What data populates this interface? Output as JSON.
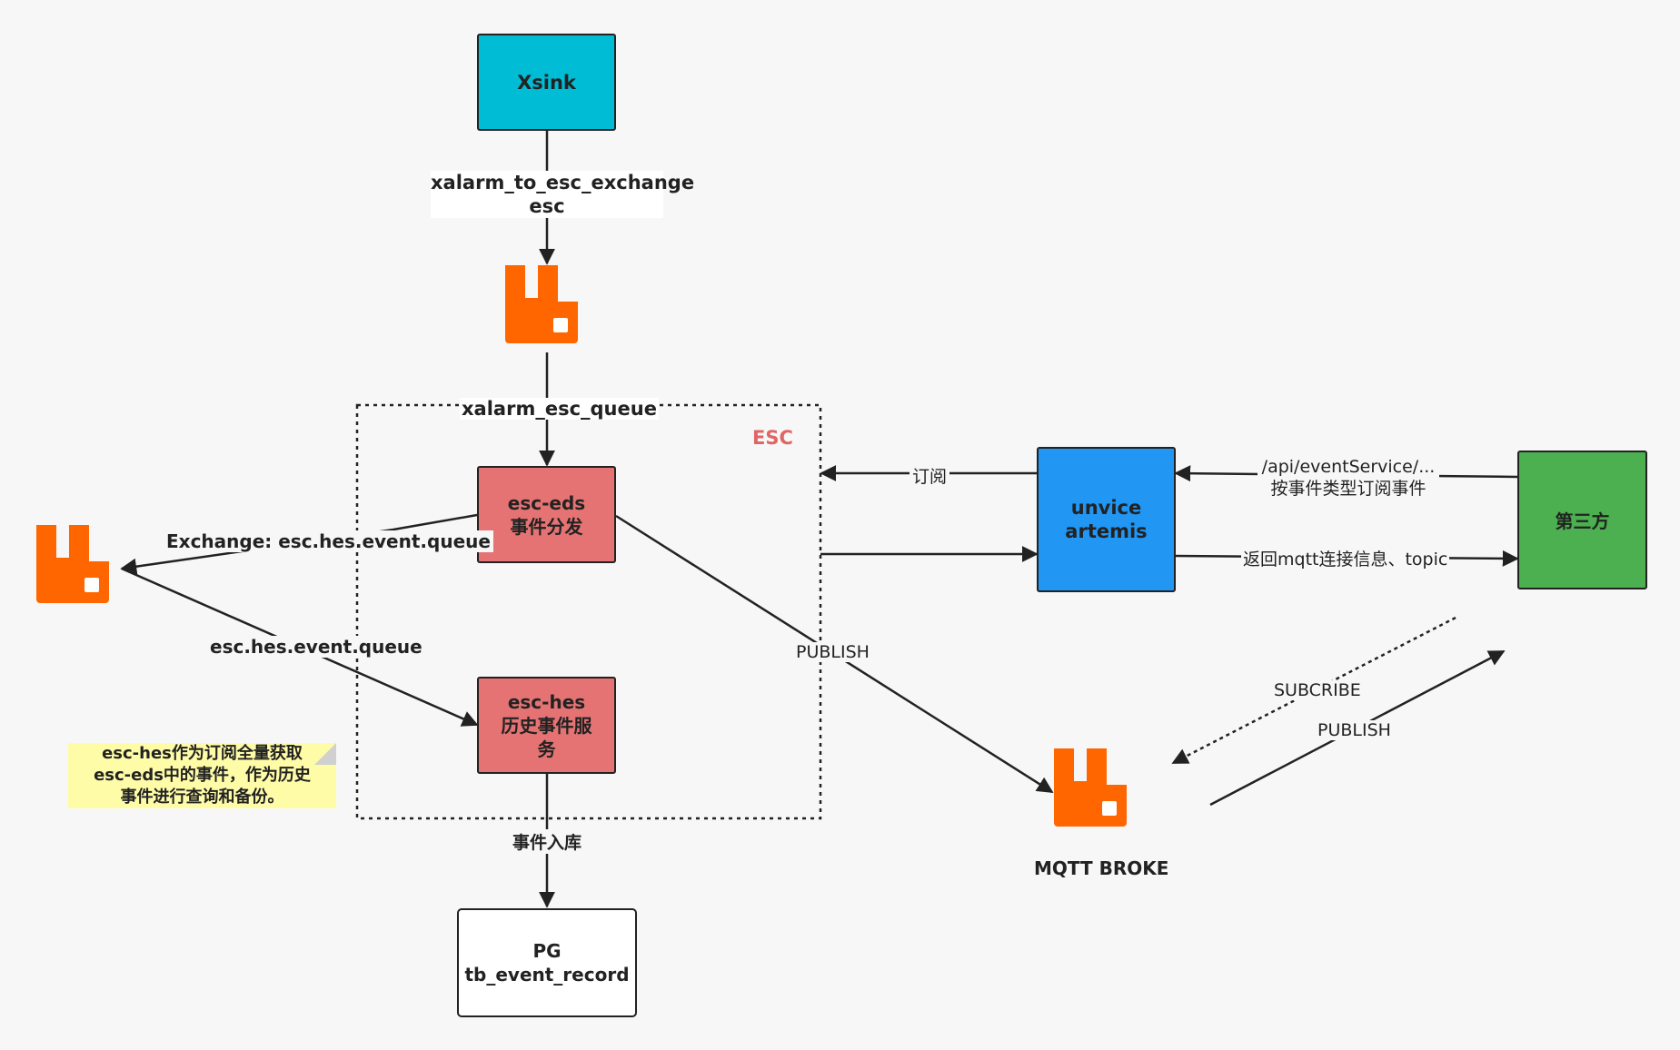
{
  "nodes": {
    "xsink": "Xsink",
    "esc_eds": "esc-eds\n事件分发",
    "esc_hes": "esc-hes\n历史事件服\n务",
    "pg": "PG\ntb_event_record",
    "unvice": "unvice\nartemis",
    "third_party": "第三方"
  },
  "group_label": "ESC",
  "captions": {
    "mqtt_broker": "MQTT BROKE"
  },
  "edge_labels": {
    "xsink_to_queue": "xalarm_to_esc_exchange\nesc",
    "queue_to_eds": "xalarm_esc_queue",
    "eds_to_hes_exchange": "Exchange: esc.hes.event.queue",
    "hes_queue": "esc.hes.event.queue",
    "eds_publish": "PUBLISH",
    "hes_to_pg": "事件入库",
    "subscribe_cn": "订阅",
    "api_call": "/api/eventService/...\n按事件类型订阅事件",
    "return_info": "返回mqtt连接信息、topic",
    "subcribe": "SUBCRIBE",
    "third_publish": "PUBLISH"
  },
  "note": "esc-hes作为订阅全量获取\nesc-eds中的事件，作为历史\n事件进行查询和备份。",
  "colors": {
    "xsink": "#00bcd4",
    "esc_service": "#e57373",
    "unvice": "#2196f3",
    "third_party": "#4caf50",
    "rabbitmq": "#ff6600",
    "group_label": "#e06666"
  },
  "icons": [
    "rabbitmq-icon",
    "rabbitmq-icon",
    "rabbitmq-icon"
  ]
}
